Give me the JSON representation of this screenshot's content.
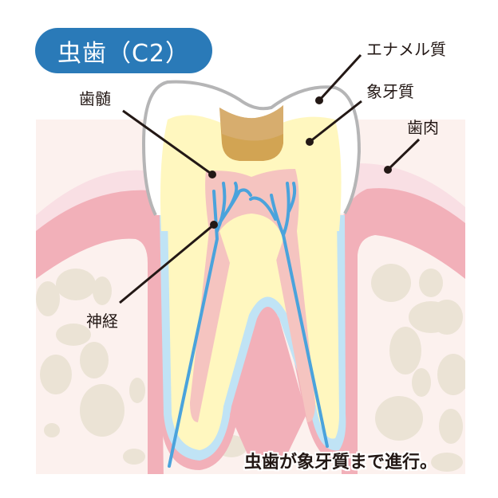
{
  "title": "虫歯（C2）",
  "labels": {
    "enamel": "エナメル質",
    "dentin": "象牙質",
    "gum": "歯肉",
    "pulp": "歯髄",
    "nerve": "神経"
  },
  "caption": "虫歯が象牙質まで進行。",
  "colors": {
    "title_bg": "#2a7ab8",
    "enamel_outline": "#b5b5b6",
    "dentin": "#fff7bf",
    "pulp": "#f5c4c0",
    "nerve": "#4aa3dc",
    "cavity": "#d2a453",
    "gum_outer": "#f9dfe4",
    "gum_inner": "#f2b0b9",
    "bone": "#fcf1ee",
    "bone_spots": "#ebe3d5",
    "periodontal": "#c0e3f5",
    "leader_line": "#231815"
  }
}
